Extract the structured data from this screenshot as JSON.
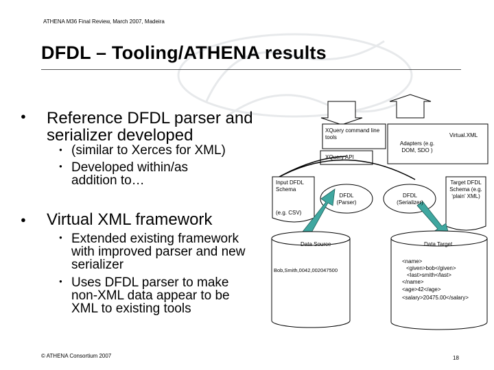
{
  "header": {
    "note": "ATHENA M36 Final Review, March 2007, Madeira"
  },
  "title": "DFDL – Tooling/ATHENA results",
  "bullets": [
    {
      "text": "Reference DFDL parser and serializer developed",
      "sub": [
        "(similar to Xerces for XML)",
        "Developed within/as addition to…"
      ]
    },
    {
      "text": "Virtual XML framework",
      "sub": [
        "Extended existing framework with improved parser and new serializer",
        "Uses DFDL parser to make non-XML data appear to be XML to existing tools"
      ]
    }
  ],
  "diagram": {
    "xquery_cmd": "XQuery command line tools",
    "virtual_xml": "Virtual.XML",
    "adapters": "Adapters (e.g. DOM, SDO )",
    "xquery_api": "XQuery API",
    "input_schema": "Input DFDL Schema",
    "input_eg": "(e.g. CSV)",
    "parser": "DFDL (Parser)",
    "serializer": "DFDL (Serializer)",
    "target_schema": "Target DFDL Schema (e.g. ‘plain’ XML)",
    "data_source": {
      "label": "Data Source",
      "content": "Bob,Smith,0042,002047500"
    },
    "data_target": {
      "label": "Data Target",
      "lines": [
        "<name>",
        "<given>bob</given>",
        "<last>smith</last>",
        "</name>",
        "<age>42</age>",
        "<salary>20475.00</salary>"
      ]
    }
  },
  "footer": {
    "copyright": "© ATHENA Consortium 2007",
    "page": "18"
  }
}
